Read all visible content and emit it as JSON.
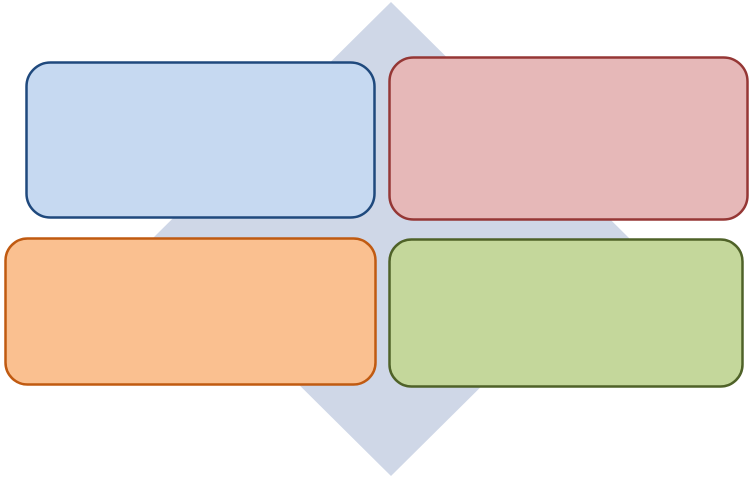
{
  "diagram": {
    "background_color": "#ffffff",
    "diamond": {
      "fill": "#cfd7e7"
    },
    "boxes": [
      {
        "id": "top-left",
        "label": "",
        "fill": "#c6d9f1",
        "stroke": "#1f497d"
      },
      {
        "id": "top-right",
        "label": "",
        "fill": "#e6b8b8",
        "stroke": "#953735"
      },
      {
        "id": "bottom-left",
        "label": "",
        "fill": "#fac090",
        "stroke": "#c05a11"
      },
      {
        "id": "bottom-right",
        "label": "",
        "fill": "#c4d79b",
        "stroke": "#4f6228"
      }
    ]
  }
}
